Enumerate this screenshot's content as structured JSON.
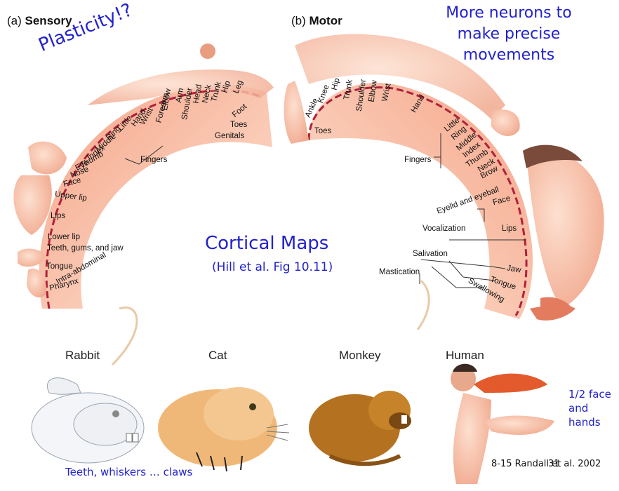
{
  "panels": {
    "sensory_prefix": "(a)",
    "sensory_title": "Sensory",
    "motor_prefix": "(b)",
    "motor_title": "Motor"
  },
  "notes": {
    "motor_note_line1": "More neurons to",
    "motor_note_line2": "make precise",
    "motor_note_line3": "movements",
    "plasticity": "Plasticity!?",
    "cortical_maps_title": "Cortical Maps",
    "cortical_maps_sub": "(Hill et al. Fig 10.11)",
    "human_note_line1": "1/2 face",
    "human_note_line2": "and",
    "human_note_line3": "hands",
    "teeth_note": "Teeth, whiskers … claws",
    "credit": "8-15 Randall et al. 2002",
    "page_number": "31"
  },
  "sensory_labels": {
    "genitals": "Genitals",
    "toes": "Toes",
    "foot": "Foot",
    "leg": "Leg",
    "hip": "Hip",
    "trunk": "Trunk",
    "neck": "Neck",
    "head": "Head",
    "shoulder": "Shoulder",
    "arm": "Arm",
    "elbow": "Elbow",
    "forearm": "Forearm",
    "wrist": "Wrist",
    "hand": "Hand",
    "little": "Little",
    "ring": "Ring",
    "middle": "Middle",
    "index": "Index",
    "thumb": "Thumb",
    "fingers": "Fingers",
    "eye": "Eye",
    "nose": "Nose",
    "face": "Face",
    "upper_lip": "Upper lip",
    "lips": "Lips",
    "lower_lip": "Lower lip",
    "teeth_gums_jaw": "Teeth, gums, and jaw",
    "tongue": "Tongue",
    "pharynx": "Pharynx",
    "intra_abdominal": "Intra-abdominal"
  },
  "motor_labels": {
    "toes": "Toes",
    "ankle": "Ankle",
    "knee": "Knee",
    "hip": "Hip",
    "trunk": "Trunk",
    "shoulder": "Shoulder",
    "elbow": "Elbow",
    "wrist": "Wrist",
    "hand": "Hand",
    "little": "Little",
    "ring": "Ring",
    "middle": "Middle",
    "index": "Index",
    "thumb": "Thumb",
    "neck": "Neck",
    "brow": "Brow",
    "fingers": "Fingers",
    "eyelid_eyeball": "Eyelid and eyeball",
    "face": "Face",
    "vocalization": "Vocalization",
    "lips": "Lips",
    "salivation": "Salivation",
    "jaw": "Jaw",
    "tongue": "Tongue",
    "mastication": "Mastication",
    "swallowing": "Swallowing"
  },
  "animals": {
    "rabbit": "Rabbit",
    "cat": "Cat",
    "monkey": "Monkey",
    "human": "Human"
  },
  "colors": {
    "cortex_fill": "#f7c7a8",
    "cortex_edge": "#e26a4a",
    "dash": "#a81e2a",
    "accent_blue": "#2222cc"
  }
}
